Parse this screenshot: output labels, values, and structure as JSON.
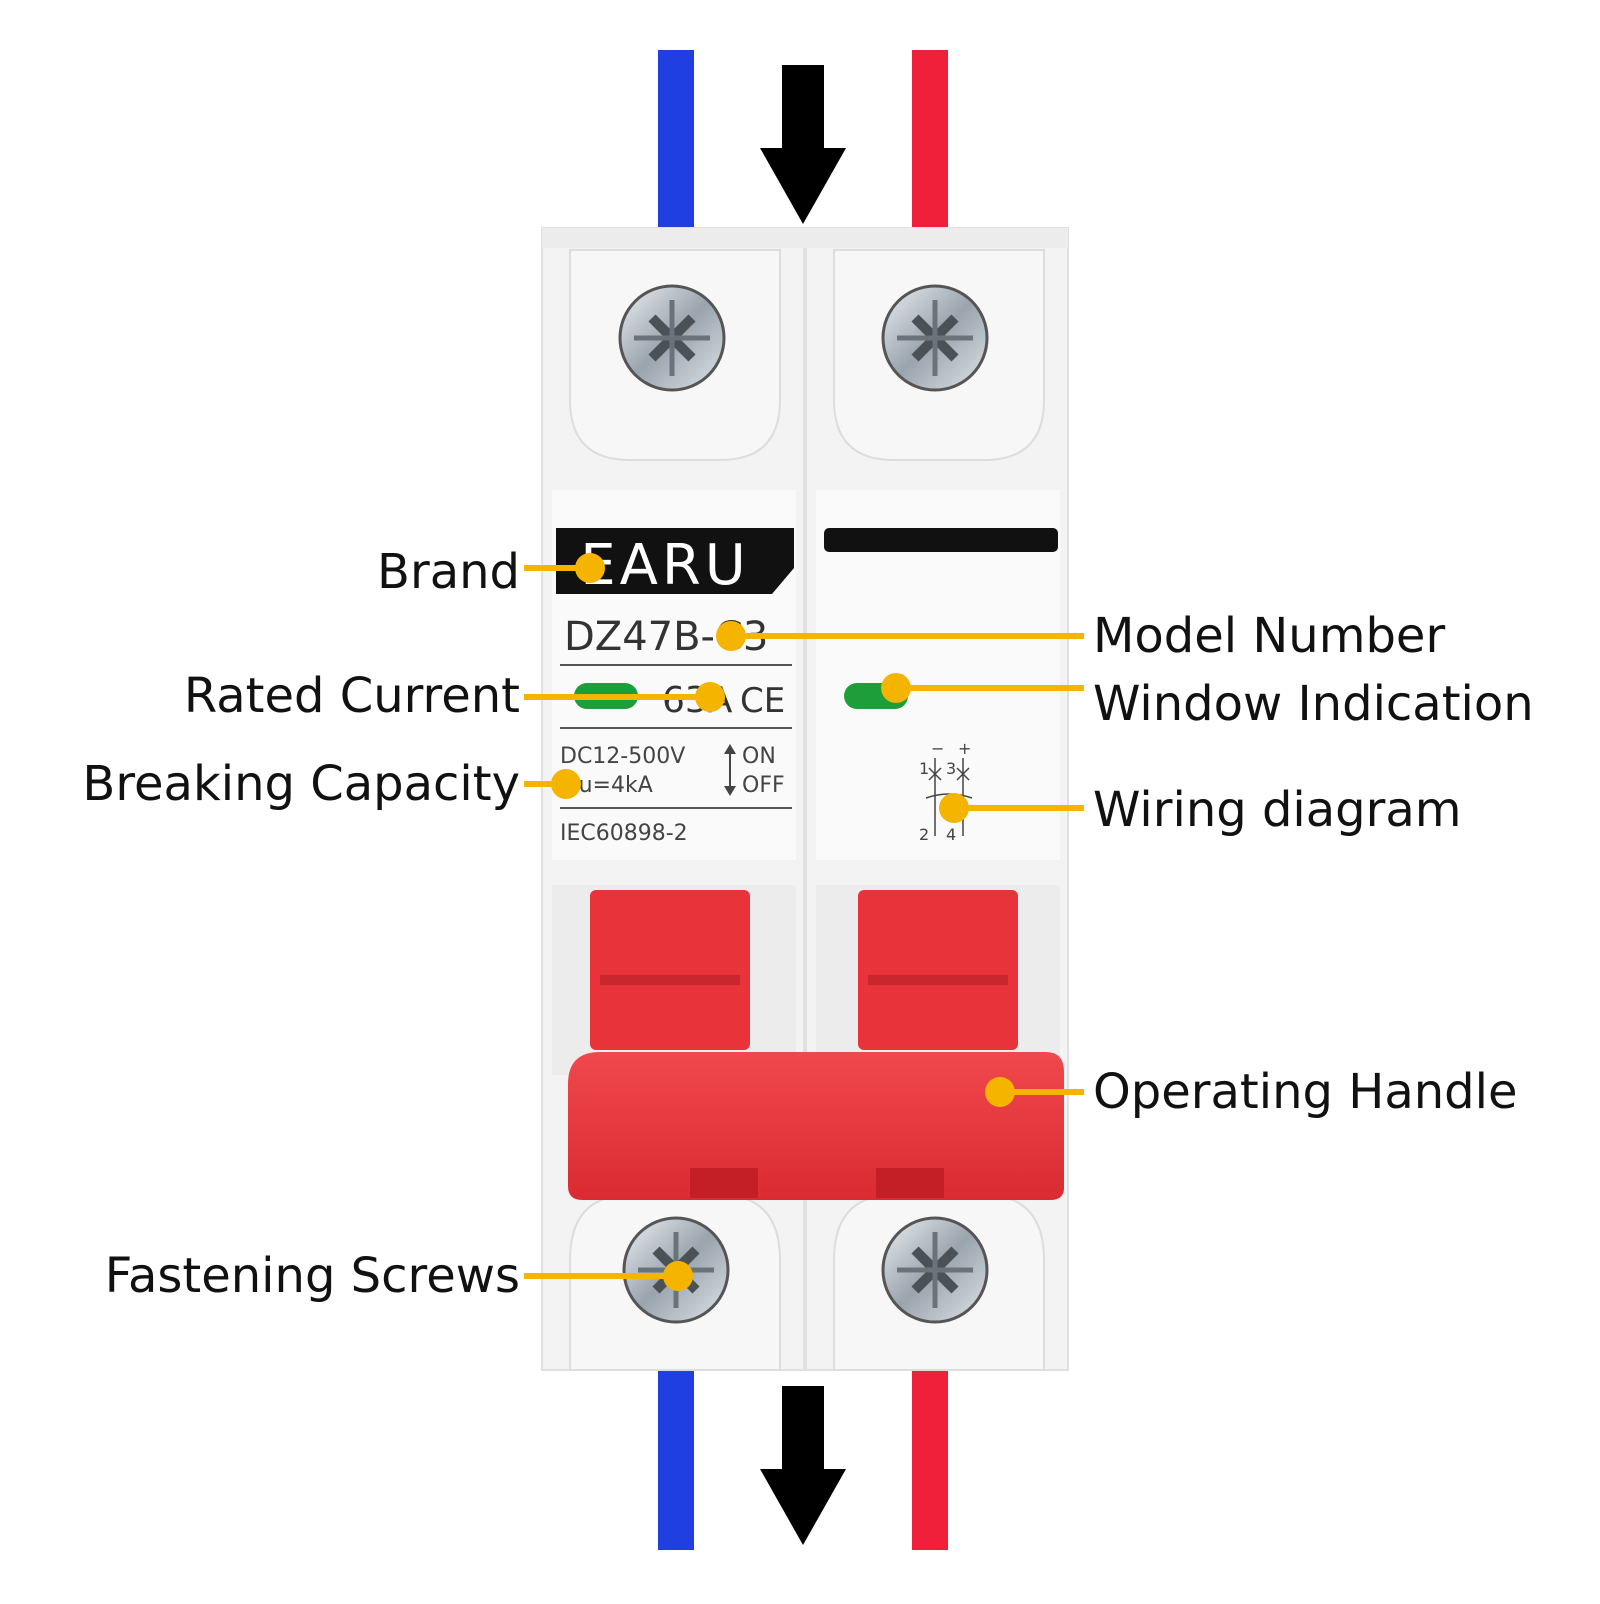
{
  "colors": {
    "neutral_wire": "#1f3fe0",
    "positive_wire": "#f0203a",
    "flow_arrow": "#000000",
    "leader": "#f5b400",
    "body": "#f2f2f2",
    "handle": "#e8333a",
    "indicator": "#1e9e3a"
  },
  "flow_direction": "top-to-bottom",
  "device": {
    "brand": "EARU",
    "model_label": "DZ47B-C3",
    "rating_label": "63A",
    "ce_mark": "CE",
    "voltage": "DC12-500V",
    "breaking_capacity": "Icu=4kA",
    "on_label": "ON",
    "off_label": "OFF",
    "standard": "IEC60898-2",
    "terminal_labels": [
      "1",
      "3",
      "2",
      "4"
    ],
    "polarity_labels": [
      "−",
      "+"
    ]
  },
  "callouts": {
    "brand": "Brand",
    "model_number": "Model Number",
    "rated_current": "Rated Current",
    "window_indication": "Window Indication",
    "breaking_capacity": "Breaking Capacity",
    "wiring_diagram": "Wiring diagram",
    "operating_handle": "Operating Handle",
    "fastening_screws": "Fastening Screws"
  }
}
